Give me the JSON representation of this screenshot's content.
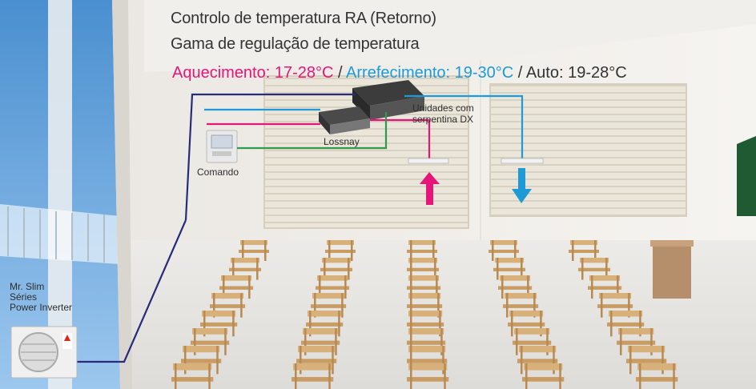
{
  "header": {
    "line1": "Controlo de temperatura RA (Retorno)",
    "line2": "Gama de regulação de temperatura",
    "heating": "Aquecimento: 17-28°C",
    "sep1": " / ",
    "cooling": "Arrefecimento: 19-30°C",
    "sep2": " / ",
    "auto": "Auto: 19-28°C"
  },
  "labels": {
    "dx_units": "Unidades com\nserpentina DX",
    "lossnay": "Lossnay",
    "controller": "Comando",
    "outdoor_line1": "Mr. Slim",
    "outdoor_line2": "Séries",
    "outdoor_line3": "Power Inverter"
  },
  "colors": {
    "heating": "#e5157a",
    "cooling": "#1e9ad6",
    "auto": "#333333",
    "refrigerant_pipe": "#2b2a7a",
    "control_wire": "#2e9a4a"
  }
}
